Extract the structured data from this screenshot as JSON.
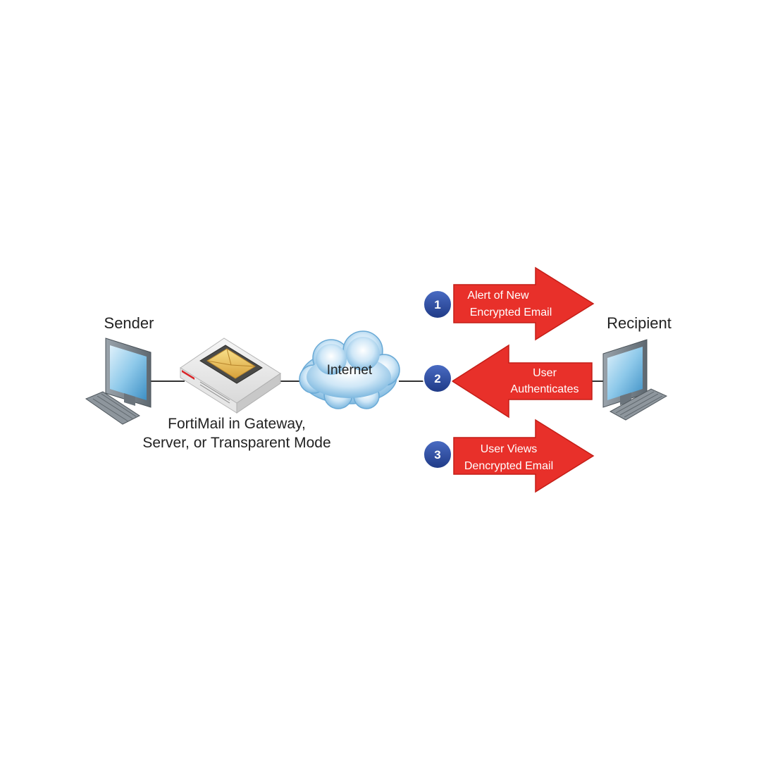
{
  "labels": {
    "sender": "Sender",
    "recipient": "Recipient",
    "internet": "Internet",
    "fortimail_line1": "FortiMail in Gateway,",
    "fortimail_line2": "Server, or Transparent Mode"
  },
  "steps": [
    {
      "number": "1",
      "line1": "Alert of New",
      "line2": "Encrypted Email",
      "direction": "right"
    },
    {
      "number": "2",
      "line1": "User",
      "line2": "Authenticates",
      "direction": "left"
    },
    {
      "number": "3",
      "line1": "User Views",
      "line2": "Dencrypted Email",
      "direction": "right"
    }
  ],
  "colors": {
    "arrow_fill": "#e8302a",
    "arrow_stroke": "#c41e17",
    "badge_fill": "#2b4a9b",
    "cloud_fill": "#a9d3ef",
    "line": "#333333"
  },
  "icons": {
    "sender_computer": "desktop-computer-icon",
    "recipient_computer": "desktop-computer-icon",
    "fortimail_appliance": "email-appliance-icon",
    "internet_cloud": "cloud-icon"
  }
}
